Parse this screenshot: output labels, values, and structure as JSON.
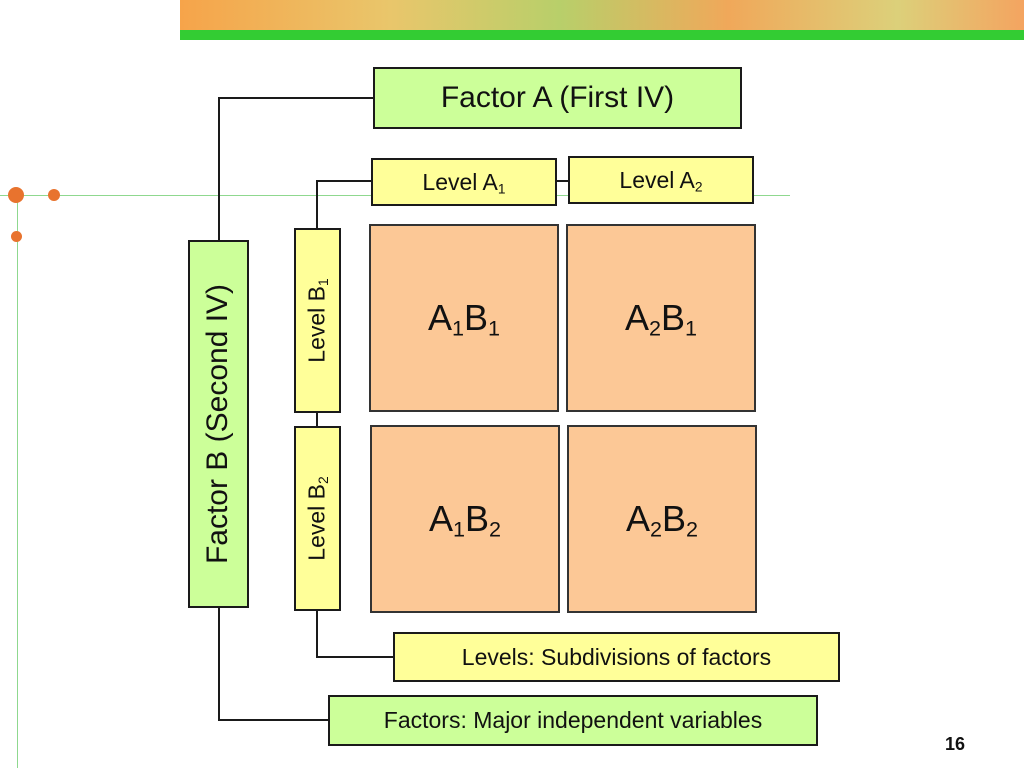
{
  "factor_a": {
    "title": "Factor A (First IV)"
  },
  "factor_b": {
    "title": "Factor B (Second IV)"
  },
  "levels_a": [
    {
      "label": "Level A",
      "sub": "1"
    },
    {
      "label": "Level A",
      "sub": "2"
    }
  ],
  "levels_b": [
    {
      "label": "Level B",
      "sub": "1"
    },
    {
      "label": "Level B",
      "sub": "2"
    }
  ],
  "cells": [
    {
      "a": "A",
      "a_sub": "1",
      "b": "B",
      "b_sub": "1"
    },
    {
      "a": "A",
      "a_sub": "2",
      "b": "B",
      "b_sub": "1"
    },
    {
      "a": "A",
      "a_sub": "1",
      "b": "B",
      "b_sub": "2"
    },
    {
      "a": "A",
      "a_sub": "2",
      "b": "B",
      "b_sub": "2"
    }
  ],
  "legend": {
    "levels": "Levels: Subdivisions of factors",
    "factors": "Factors: Major independent variables"
  },
  "page_number": "16",
  "colors": {
    "factor_fill": "#ccff99",
    "level_fill": "#ffff99",
    "cell_fill": "#fcc896",
    "accent_line": "#33cc33",
    "dot": "#e8732e"
  }
}
